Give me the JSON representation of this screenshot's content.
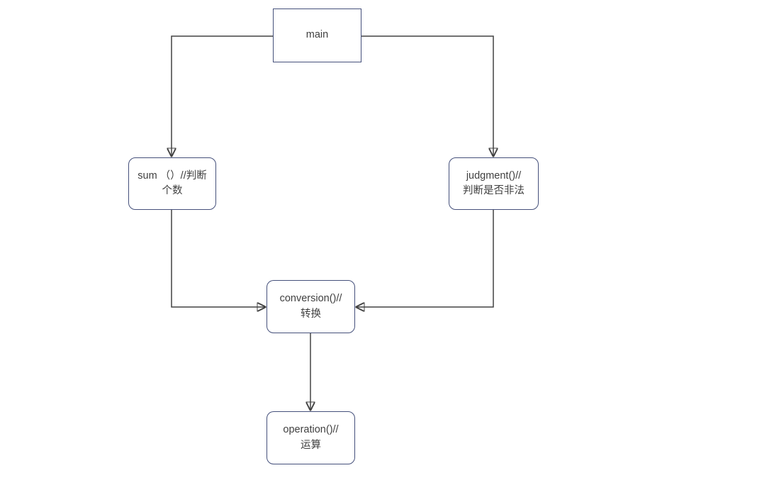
{
  "diagram": {
    "title": "function call flowchart",
    "background_color": "#ffffff",
    "node_border_color": "#45507b",
    "node_fill_color": "#ffffff",
    "node_text_color": "#404040",
    "edge_color": "#424242",
    "nodes": {
      "main": {
        "shape": "rectangle",
        "lines": [
          "main"
        ]
      },
      "sum": {
        "shape": "rounded-rectangle",
        "lines": [
          "sum （）//判断",
          "个数"
        ]
      },
      "judgment": {
        "shape": "rounded-rectangle",
        "lines": [
          "judgment()//",
          "判断是否非法"
        ]
      },
      "conversion": {
        "shape": "rounded-rectangle",
        "lines": [
          "conversion()//",
          "转换"
        ]
      },
      "operation": {
        "shape": "rounded-rectangle",
        "lines": [
          "operation()//",
          "运算"
        ]
      }
    },
    "edges": [
      {
        "from": "main",
        "to": "sum",
        "style": "orthogonal-arrow"
      },
      {
        "from": "main",
        "to": "judgment",
        "style": "orthogonal-arrow"
      },
      {
        "from": "sum",
        "to": "conversion",
        "style": "orthogonal-arrow"
      },
      {
        "from": "judgment",
        "to": "conversion",
        "style": "orthogonal-arrow"
      },
      {
        "from": "conversion",
        "to": "operation",
        "style": "straight-arrow"
      }
    ]
  }
}
